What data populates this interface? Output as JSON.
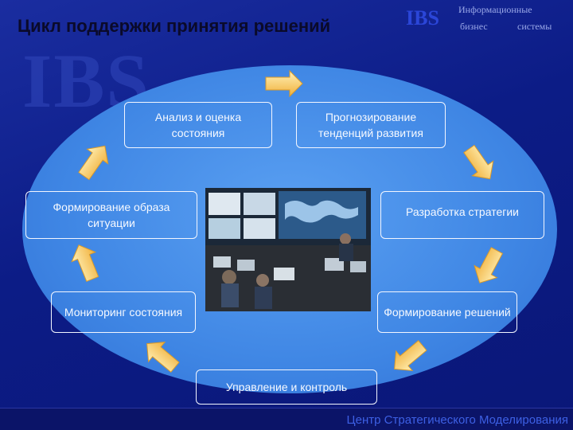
{
  "header": {
    "title": "Цикл поддержки принятия решений",
    "logo": "IBS",
    "tagline_line1": "Информационные",
    "tagline_line2_left": "бизнес",
    "tagline_line2_right": "системы"
  },
  "watermark": "IBS",
  "cycle": {
    "steps": [
      "Анализ и оценка состояния",
      "Прогнозирование тенденций развития",
      "Разработка стратегии",
      "Формирование решений",
      "Управление и контроль",
      "Мониторинг состояния",
      "Формирование образа ситуации"
    ]
  },
  "footer": {
    "text": "Центр Стратегического Моделирования"
  },
  "colors": {
    "background": "#0d1f86",
    "ellipse": "#4a90e8",
    "arrow": "#f5c45a",
    "footer_text": "#3d60e4"
  },
  "icons": {
    "arrow": "yellow-arrow"
  }
}
